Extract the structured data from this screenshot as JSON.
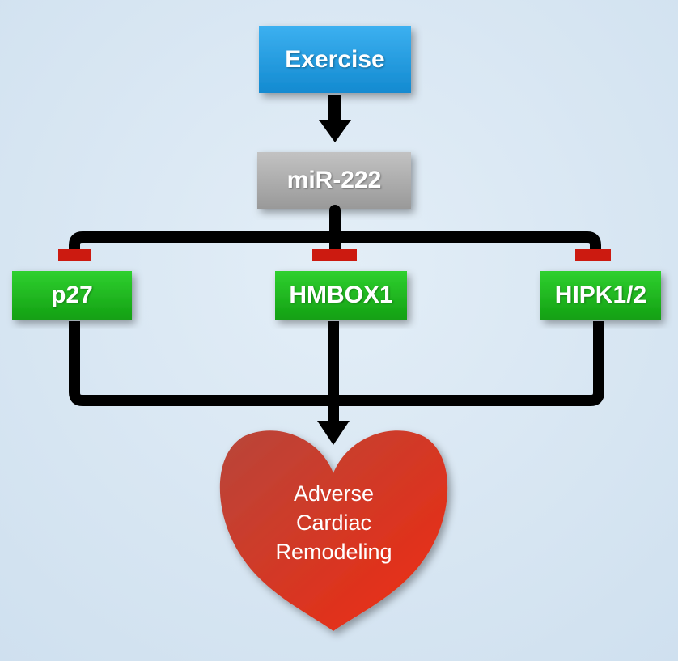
{
  "nodes": {
    "exercise": "Exercise",
    "mir": "miR-222",
    "p27": "p27",
    "hmbox1": "HMBOX1",
    "hipk": "HIPK1/2"
  },
  "outcome": {
    "line1": "Adverse",
    "line2": "Cardiac",
    "line3": "Remodeling"
  },
  "colors": {
    "exercise": "#1e9be0",
    "mir": "#a9a9a9",
    "targets": "#1dbb1d",
    "inhibit": "#cc1a10",
    "heart": "#e2301e"
  }
}
